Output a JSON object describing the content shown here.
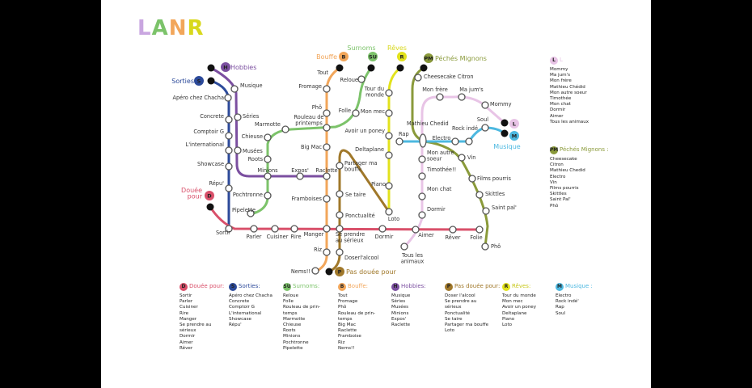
{
  "title": "LANR",
  "colors": {
    "D": "#d9506a",
    "S": "#2c4a9a",
    "SU": "#7cc36a",
    "B": "#f2a65a",
    "H": "#7b4fa0",
    "P": "#a0782a",
    "R": "#e2e21c",
    "M": "#4cb8e0",
    "L": "#e8c4e6",
    "PM": "#8a9a3a"
  },
  "lines": {
    "D": {
      "badge": "D",
      "name": "Douée\npour",
      "legend_title": "Douée pour:",
      "items": [
        "Sortir",
        "Parler",
        "Cuisiner",
        "Rire",
        "Manger",
        "Se prendre au sérieux",
        "Dormir",
        "Aimer",
        "Rêver"
      ]
    },
    "S": {
      "badge": "S",
      "name": "Sorties",
      "legend_title": "Sorties:",
      "items": [
        "Apéro chez Chacha",
        "Concrete",
        "Comptoir G",
        "L'international",
        "Showcase",
        "Répu'"
      ]
    },
    "SU": {
      "badge": "SU",
      "name": "Surnoms",
      "legend_title": "Surnoms:",
      "items": [
        "Reloue",
        "Folle",
        "Rouleau de prin-temps",
        "Marmotte",
        "Chieuse",
        "Roots",
        "Minions",
        "Pochtronne",
        "Pipelette"
      ]
    },
    "B": {
      "badge": "B",
      "name": "Bouffe",
      "legend_title": "Bouffe:",
      "items": [
        "Tout",
        "Fromage",
        "Phô",
        "Rouleau de prin-temps",
        "Big Mac",
        "Raclette",
        "Framboise",
        "Riz",
        "Nems!!"
      ]
    },
    "H": {
      "badge": "H",
      "name": "Hobbies",
      "legend_title": "Hobbies:",
      "items": [
        "Musique",
        "Séries",
        "Musées",
        "Minions",
        "Expos'",
        "Raclette"
      ]
    },
    "P": {
      "badge": "P",
      "name": "Pas douée pour",
      "legend_title": "Pas douée pour:",
      "items": [
        "Doser l'alcool",
        "Se prendre au sérieux",
        "Ponctualité",
        "Se taire",
        "Partager ma bouffe",
        "Loto"
      ]
    },
    "R": {
      "badge": "R",
      "name": "Rêves",
      "legend_title": "Rêves:",
      "items": [
        "Tour du monde",
        "Mon mec",
        "Avoir un poney",
        "Deltaplane",
        "Piano",
        "Loto"
      ]
    },
    "M": {
      "badge": "M",
      "name": "Musique",
      "legend_title": "Musique :",
      "items": [
        "Electro",
        "Rock indé'",
        "Rap",
        "Soul"
      ]
    },
    "L": {
      "badge": "L",
      "name": "L",
      "legend_title": "L",
      "items": [
        "Mommy",
        "Ma jum's",
        "Mon frère",
        "Mathieu Chédid",
        "Mon autre soeur",
        "Timothée",
        "Mon chat",
        "Dormir",
        "Aimer",
        "Tous les animaux"
      ]
    },
    "PM": {
      "badge": "PM",
      "name": "Péchés Mignons",
      "legend_title": "Péchés Mignons :",
      "items": [
        "Cheesecake",
        "Citron",
        "Mathieu Chedid",
        "Electro",
        "Vin",
        "Films pourris",
        "Skittles",
        "Saint Pal'",
        "Phô"
      ]
    }
  },
  "stations": {
    "apero": "Apéro chez Chacha",
    "concrete": "Concrete",
    "comptoir": "Comptoir G",
    "international": "L'international",
    "showcase": "Showcase",
    "repu": "Répu'",
    "sortir": "Sortir",
    "musique": "Musique",
    "series": "Séries",
    "musees": "Musées",
    "minions": "Minions",
    "expos": "Expos'",
    "raclette": "Raclette",
    "reloue": "Reloue",
    "folle": "Folle",
    "rouleau": "Rouleau de\nprintemps",
    "marmotte": "Marmotte",
    "chieuse": "Chieuse",
    "roots": "Roots",
    "pochtronne": "Pochtronne",
    "pipelette": "Pipelette",
    "tout": "Tout",
    "fromage": "Fromage",
    "pho_b": "Phô",
    "bigmac": "Big Mac",
    "framboises": "Framboises",
    "manger": "Manger",
    "riz": "Riz",
    "nems": "Nems!!",
    "partager": "Partager ma\nbouffe",
    "setaire": "Se taire",
    "ponctualite": "Ponctualité",
    "seprendre": "Se prendre\nau sérieux",
    "doser": "Doserl'alcool",
    "loto": "Loto",
    "tour": "Tour du\nmonde",
    "monmec": "Mon mec",
    "poney": "Avoir un poney",
    "deltaplane": "Deltaplane",
    "piano": "Piano",
    "parler": "Parler",
    "cuisiner": "Cuisiner",
    "rire": "Rire",
    "dormir_d": "Dormir",
    "aimer": "Aimer",
    "rever": "Rêver",
    "folie": "Folie",
    "cheesecake": "Cheesecake Citron",
    "mathieu": "Mathieu Chedid",
    "vin": "Vin",
    "films": "Films pourris",
    "skittles": "Skittles",
    "saintpal": "Saint pal'",
    "pho_pm": "Phô",
    "monfrere": "Mon frère",
    "majums": "Ma jum's",
    "mommy": "Mommy",
    "monautre": "Mon autre\nsoeur",
    "timothee": "Timothée!!",
    "monchat": "Mon chat",
    "dormir_l": "Dormir",
    "tous": "Tous les\nanimaux",
    "rap": "Rap",
    "electro": "Electro",
    "rockinde": "Rock indé",
    "soul": "Soul"
  }
}
